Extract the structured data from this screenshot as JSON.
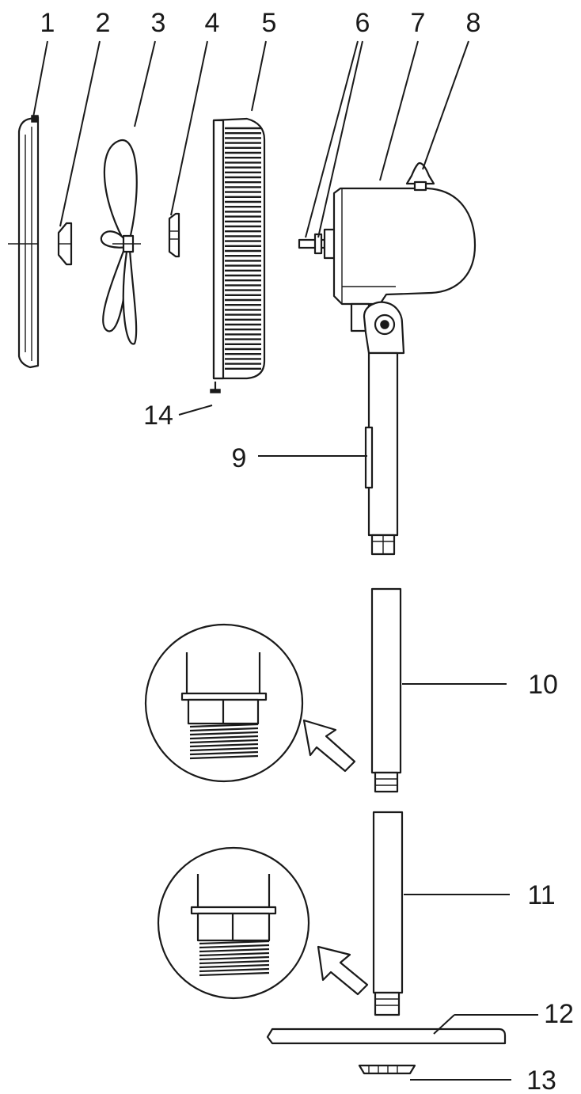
{
  "callouts": [
    {
      "id": "1",
      "text": "1"
    },
    {
      "id": "2",
      "text": "2"
    },
    {
      "id": "3",
      "text": "3"
    },
    {
      "id": "4",
      "text": "4"
    },
    {
      "id": "5",
      "text": "5"
    },
    {
      "id": "6",
      "text": "6"
    },
    {
      "id": "7",
      "text": "7"
    },
    {
      "id": "8",
      "text": "8"
    },
    {
      "id": "9",
      "text": "9"
    },
    {
      "id": "10",
      "text": "10"
    },
    {
      "id": "11",
      "text": "11"
    },
    {
      "id": "12",
      "text": "12"
    },
    {
      "id": "13",
      "text": "13"
    },
    {
      "id": "14",
      "text": "14"
    }
  ],
  "colors": {
    "line": "#1a1a1a",
    "background": "#ffffff"
  }
}
